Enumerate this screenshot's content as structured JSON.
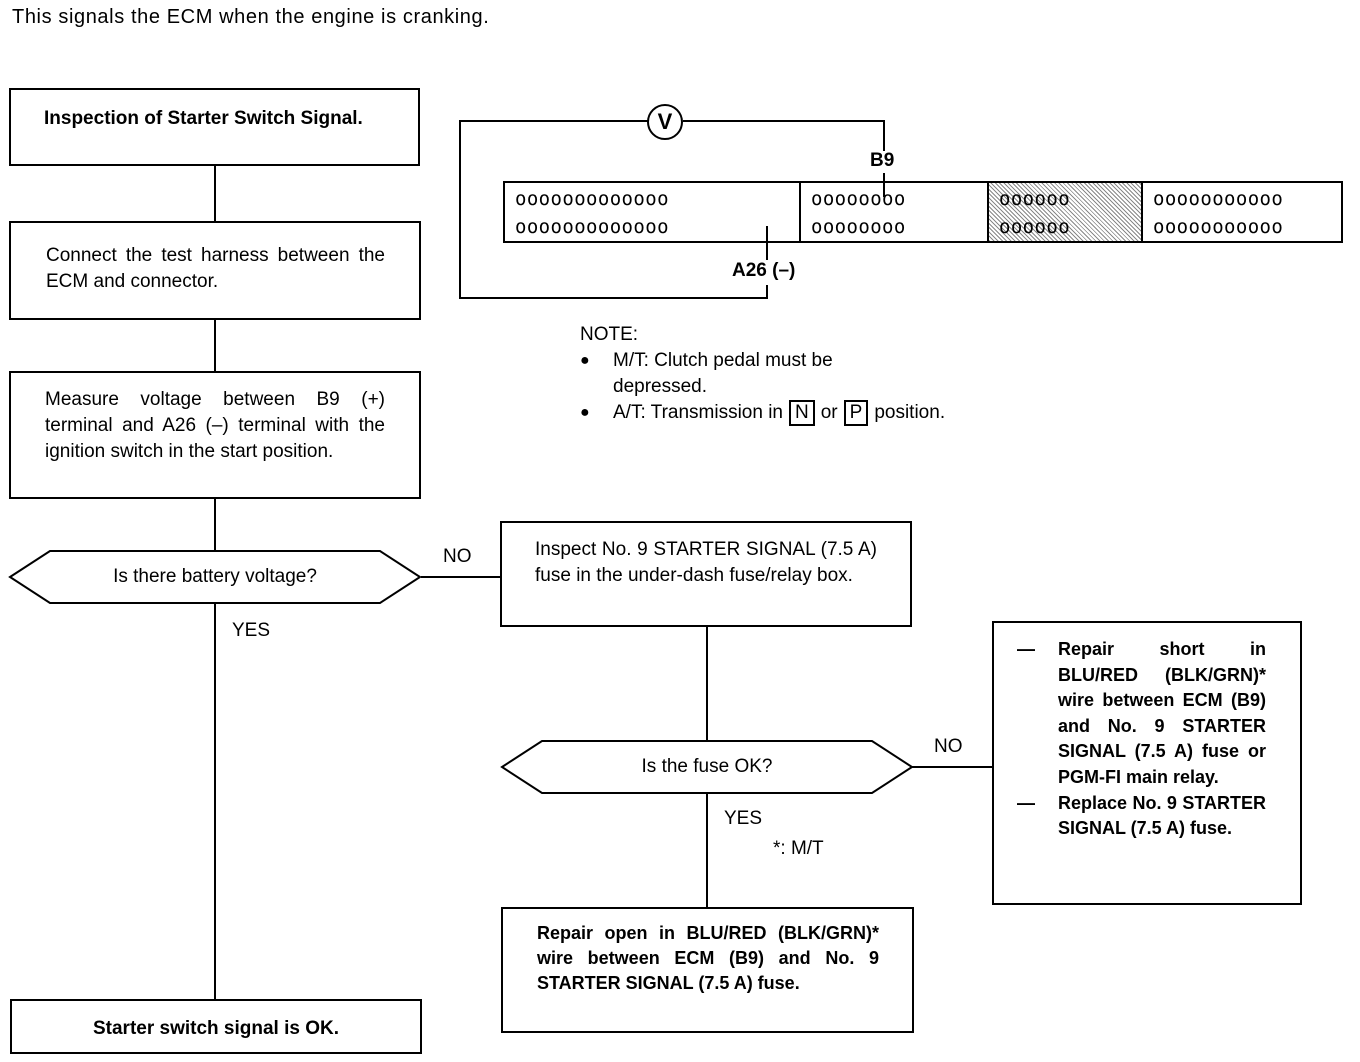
{
  "intro": "This signals the ECM when the engine is cranking.",
  "flow": {
    "step1": "Inspection of Starter Switch Signal.",
    "step2": "Connect the test harness between the ECM and connector.",
    "step3": "Measure voltage between B9 (+) terminal and A26 (–) terminal with the ignition switch in the start position.",
    "decision1": "Is there battery voltage?",
    "decision1_no": "NO",
    "decision1_yes": "YES",
    "step_fuse": "Inspect No. 9 STARTER SIGNAL (7.5 A) fuse in the under-dash fuse/relay box.",
    "decision2": "Is the fuse OK?",
    "decision2_no": "NO",
    "decision2_yes": "YES",
    "footnote": "*: M/T",
    "repair_short_line1": "Repair short in BLU/RED (BLK/GRN)* wire between ECM (B9) and No. 9 STARTER SIGNAL (7.5 A) fuse or PGM-FI main relay.",
    "repair_short_line2": "Replace No. 9 STARTER SIGNAL (7.5 A) fuse.",
    "repair_short_dash": "—",
    "repair_open": "Repair open in BLU/RED (BLK/GRN)* wire between ECM (B9) and No. 9 STARTER SIGNAL (7.5 A) fuse.",
    "ok": "Starter switch signal is OK."
  },
  "diagram": {
    "meter_symbol": "V",
    "terminal_b9": "B9",
    "terminal_a26": "A26 (–)",
    "row_block1": "ooooooooooooo",
    "row_block2": "oooooooo",
    "row_block3": "oooooo",
    "row_block4": "ooooooooooo"
  },
  "note": {
    "title": "NOTE:",
    "item1": "M/T: Clutch pedal must be depressed.",
    "item2_prefix": "A/T: Transmission in",
    "item2_n": "N",
    "item2_or": "or",
    "item2_p": "P",
    "item2_suffix": "position."
  }
}
